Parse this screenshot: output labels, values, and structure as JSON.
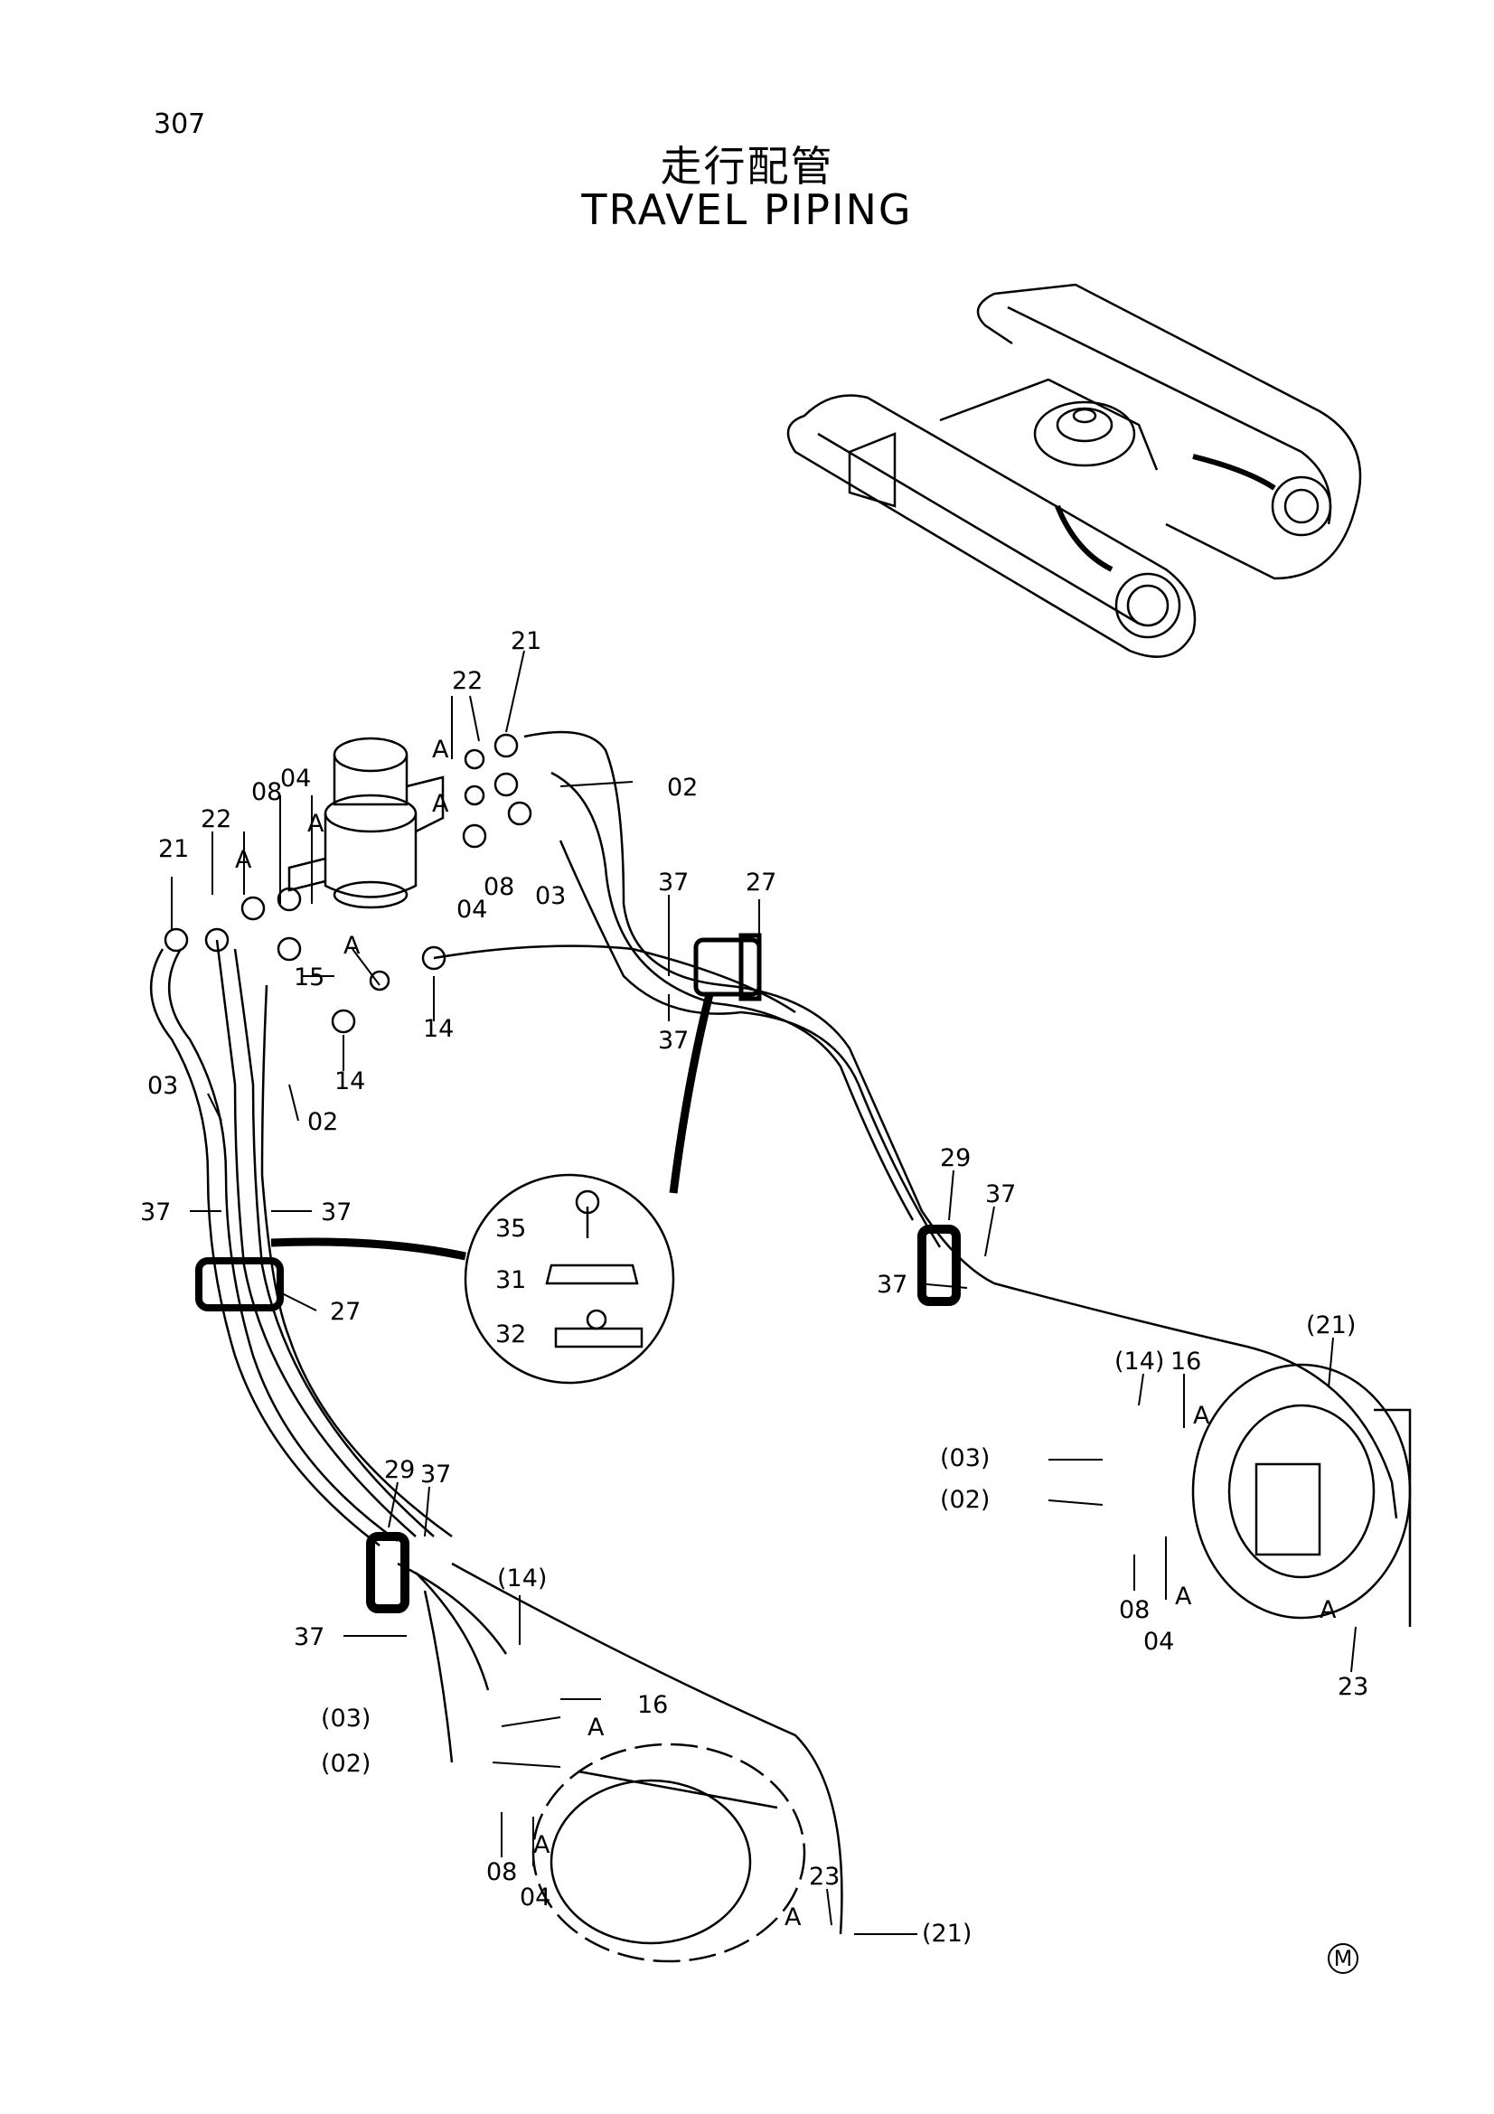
{
  "page": {
    "number": "307",
    "title_jp": "走行配管",
    "title_en": "TRAVEL PIPING",
    "mark": "M"
  },
  "callouts": {
    "c21": "21",
    "c22": "22",
    "c02": "02",
    "c03": "03",
    "c04": "04",
    "c08": "08",
    "c14": "14",
    "c15": "15",
    "c16": "16",
    "c23": "23",
    "c27": "27",
    "c29": "29",
    "c31": "31",
    "c32": "32",
    "c35": "35",
    "c37": "37",
    "cA": "A",
    "p21": "(21)",
    "p14": "(14)",
    "p03": "(03)",
    "p02": "(02)"
  }
}
